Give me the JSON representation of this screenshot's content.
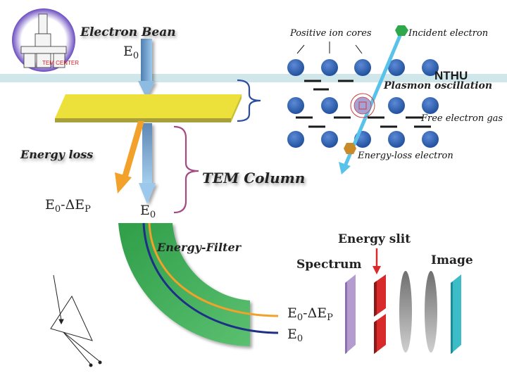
{
  "logo": {
    "text": "TEM CENTER",
    "icon": "microscope-icon"
  },
  "watermark": "NTHU",
  "labels": {
    "electron_beam": "Electron Bean",
    "e0_top": "E",
    "e0_top_sub": "0",
    "energy_loss": "Energy loss",
    "tem_column": "TEM Column",
    "e0_minus": "E",
    "e0_minus_sub": "0",
    "e0_minus_mid": "-ΔE",
    "e0_minus_sub2": "P",
    "e0_bottom": "E",
    "e0_bottom_sub": "0",
    "energy_filter": "Energy-Filter",
    "energy_slit": "Energy slit",
    "spectrum": "Spectrum",
    "image": "Image",
    "out_e0_minus": "E",
    "out_e0_minus_sub": "0",
    "out_e0_minus_mid": "-ΔE",
    "out_e0_minus_sub2": "P",
    "out_e0": "E",
    "out_e0_sub": "0"
  },
  "plasmon": {
    "positive_ion_cores": "Positive ion cores",
    "incident_electron": "Incident electron",
    "plasmon_oscillation": "Plasmon oscillation",
    "free_electron_gas": "Free electron gas",
    "energy_loss_electron": "Energy-loss electron"
  },
  "colors": {
    "sample": "#ece03a",
    "beam": "#7aaed8",
    "loss_beam": "#f2a12a",
    "filter": "#3fae55",
    "ion": "#2f5faa",
    "band": "#cfe6ea",
    "slit": "#d82a2a",
    "spectrum_plate": "#b49ccf",
    "image_plate": "#3bbcc6"
  }
}
